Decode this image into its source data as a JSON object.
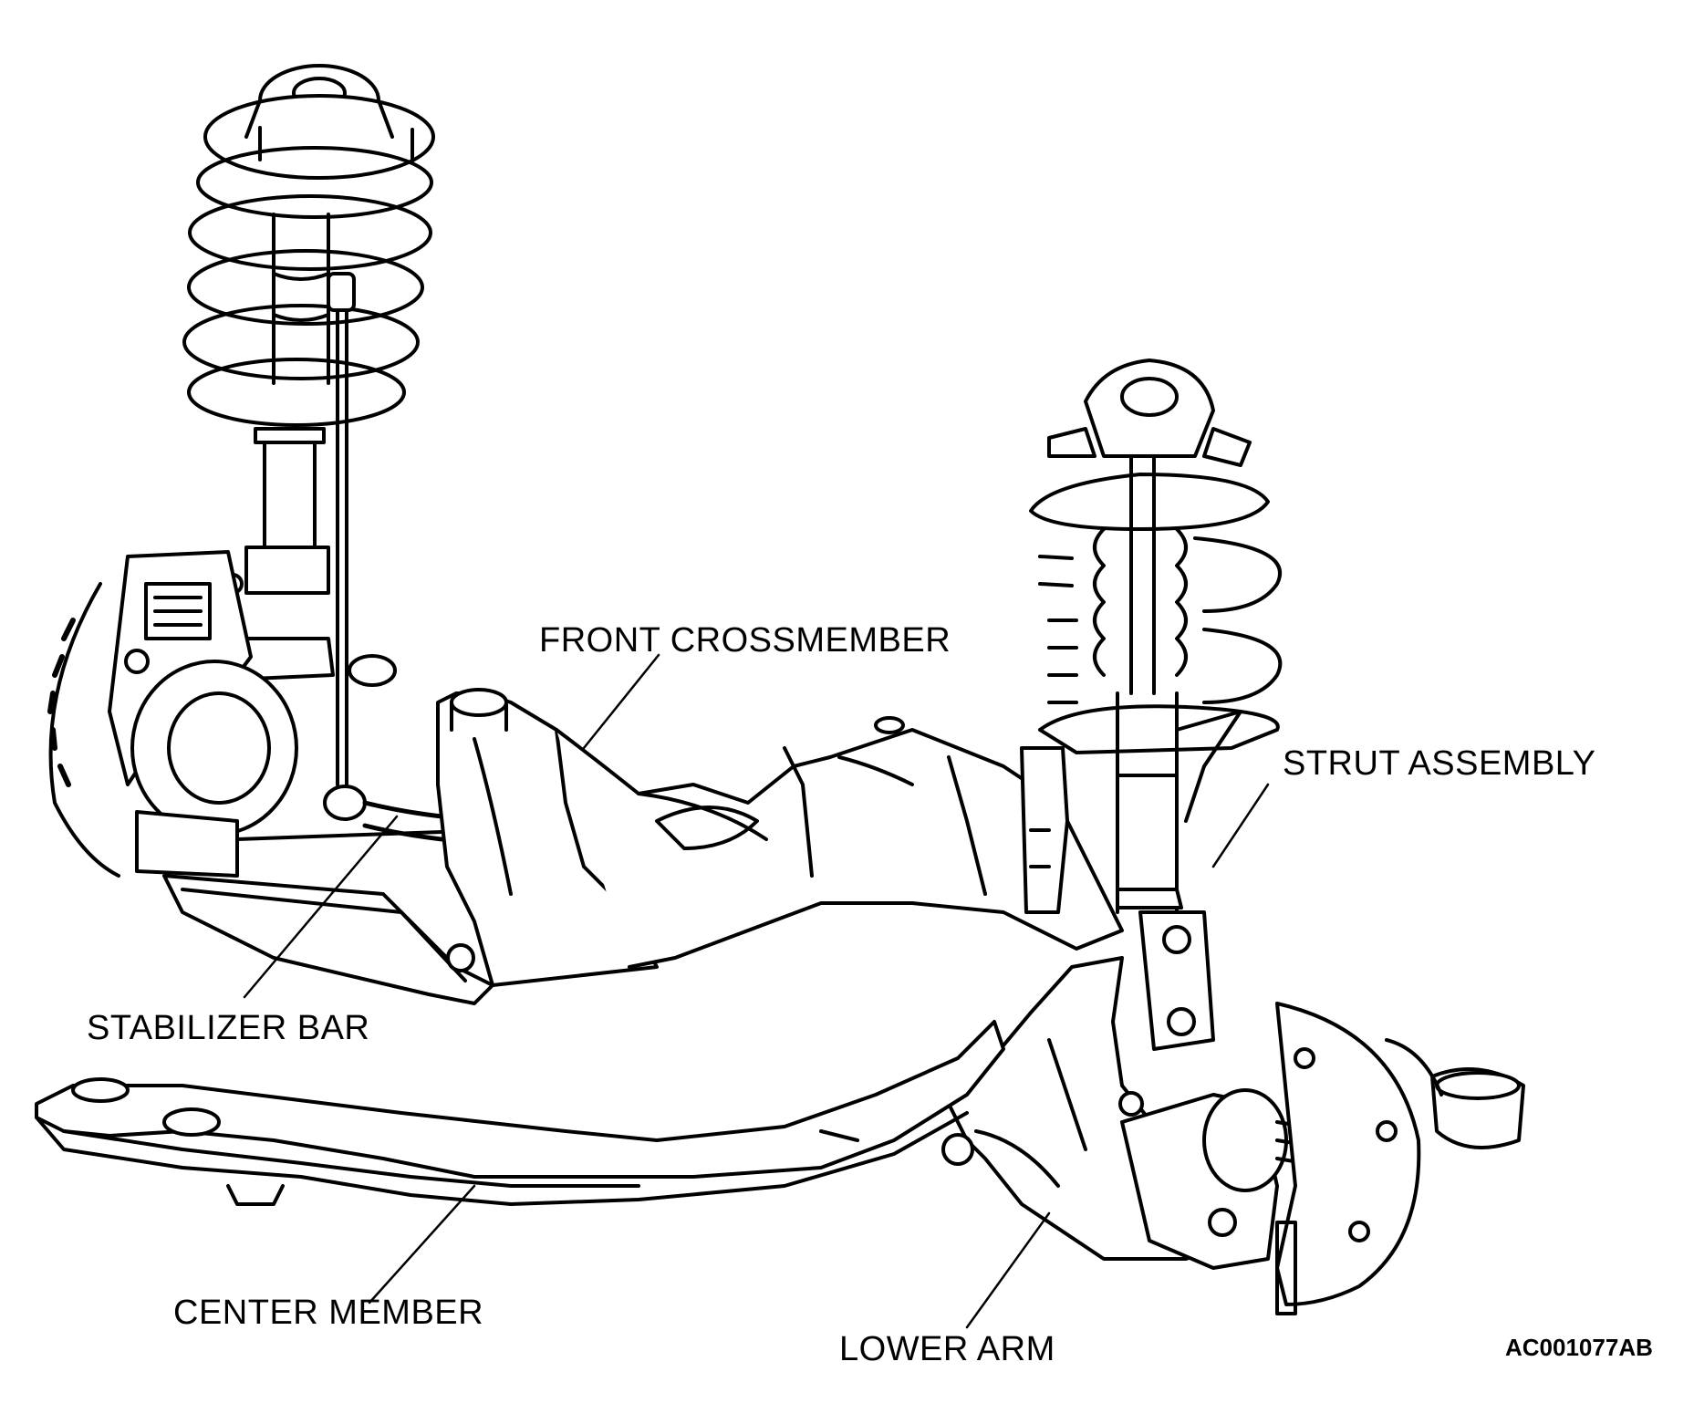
{
  "diagram": {
    "labels": {
      "front_crossmember": "FRONT CROSSMEMBER",
      "strut_assembly": "STRUT ASSEMBLY",
      "stabilizer_bar": "STABILIZER BAR",
      "center_member": "CENTER MEMBER",
      "lower_arm": "LOWER ARM"
    },
    "figure_code": "AC001077AB"
  },
  "colors": {
    "ink": "#000000",
    "background": "#ffffff",
    "shade": "#f2f2f2"
  }
}
